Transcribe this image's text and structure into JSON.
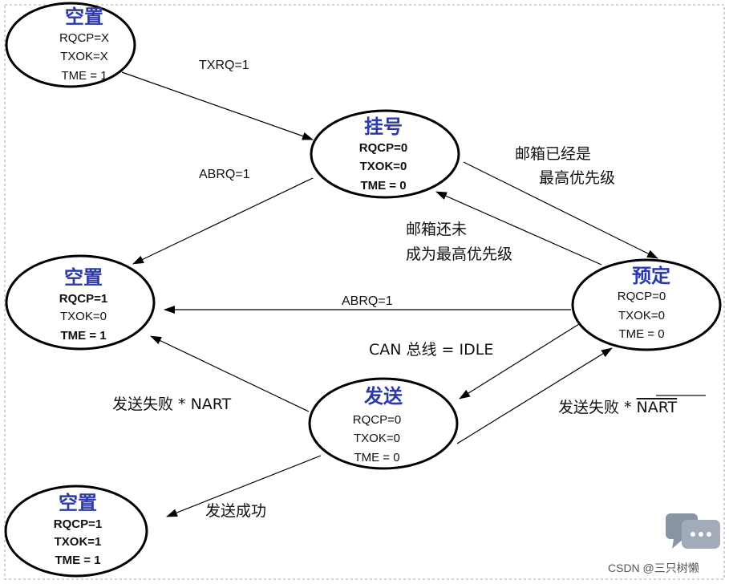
{
  "states": {
    "empty_top": {
      "title": "空置",
      "lines": [
        "RQCP=X",
        "TXOK=X",
        "TME = 1"
      ]
    },
    "pending": {
      "title": "挂号",
      "lines": [
        "RQCP=0",
        "TXOK=0",
        "TME = 0"
      ]
    },
    "empty_mid": {
      "title": "空置",
      "lines": [
        "RQCP=1",
        "TXOK=0",
        "TME = 1"
      ]
    },
    "scheduled": {
      "title": "预定",
      "lines": [
        "RQCP=0",
        "TXOK=0",
        "TME = 0"
      ]
    },
    "transmit": {
      "title": "发送",
      "lines": [
        "RQCP=0",
        "TXOK=0",
        "TME = 0"
      ]
    },
    "empty_bottom": {
      "title": "空置",
      "lines": [
        "RQCP=1",
        "TXOK=1",
        "TME = 1"
      ]
    }
  },
  "edges": {
    "txrq": "TXRQ=1",
    "abrq_pending": "ABRQ=1",
    "highest_priority": [
      "邮箱已经是",
      "最高优先级"
    ],
    "not_highest": [
      "邮箱还未",
      "成为最高优先级"
    ],
    "abrq_scheduled": "ABRQ=1",
    "can_idle": "CAN 总线 = IDLE",
    "fail_nart": "发送失败 * NART",
    "fail_not_nart_prefix": "发送失败 *",
    "fail_not_nart_overlined": "NART",
    "success": "发送成功"
  },
  "watermark": "CSDN @三只树懒"
}
